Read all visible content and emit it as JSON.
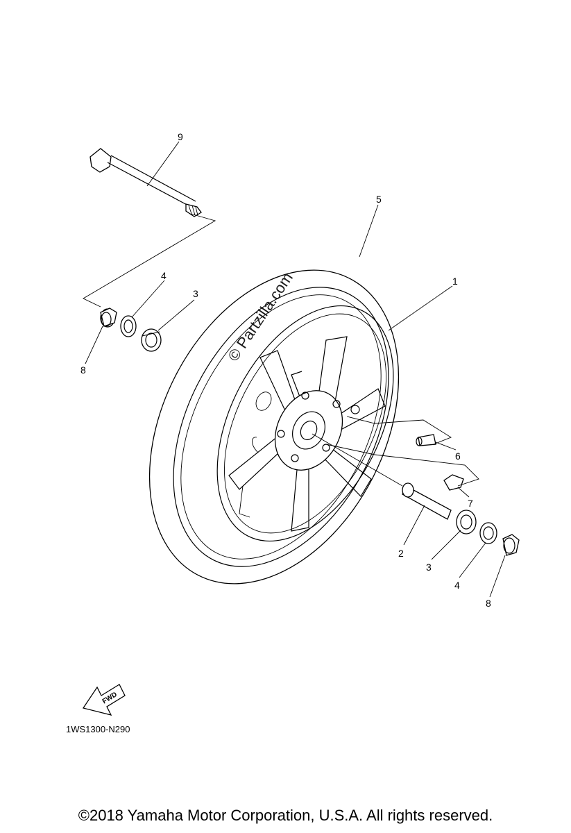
{
  "diagram": {
    "callouts": [
      {
        "label": "9"
      },
      {
        "label": "5"
      },
      {
        "label": "1"
      },
      {
        "label": "4"
      },
      {
        "label": "3"
      },
      {
        "label": "8"
      },
      {
        "label": "6"
      },
      {
        "label": "7"
      },
      {
        "label": "2"
      },
      {
        "label": "3"
      },
      {
        "label": "4"
      },
      {
        "label": "8"
      }
    ],
    "watermark": "© Partzilla.com",
    "fwd_label": "FWD",
    "drawing_code": "1WS1300-N290"
  },
  "footer": {
    "copyright": "©2018 Yamaha Motor Corporation, U.S.A. All rights reserved."
  }
}
